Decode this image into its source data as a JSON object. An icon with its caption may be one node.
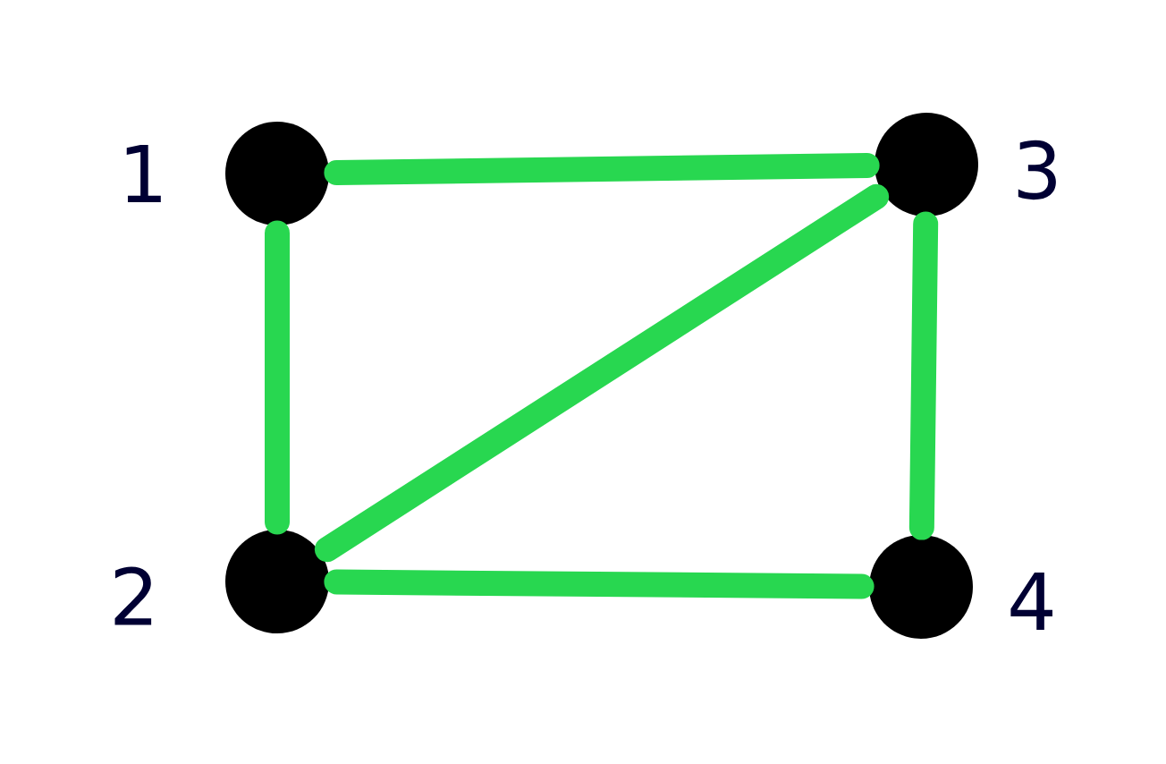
{
  "diagram": {
    "nodes": [
      {
        "text": [],
        "shape": "circle",
        "beside": [
          "1"
        ]
      },
      {
        "text": [],
        "shape": "circle",
        "beside": [
          "2"
        ]
      },
      {
        "text": [],
        "shape": "circle",
        "beside": [
          "3"
        ]
      },
      {
        "text": [],
        "shape": "circle",
        "beside": [
          "4"
        ]
      }
    ],
    "edges": [
      {
        "from": 0,
        "to": 2,
        "arrow": "none"
      },
      {
        "from": 0,
        "to": 1,
        "arrow": "none"
      },
      {
        "from": 1,
        "to": 2,
        "arrow": "none"
      },
      {
        "from": 2,
        "to": 3,
        "arrow": "none"
      },
      {
        "from": 1,
        "to": 3,
        "arrow": "none"
      }
    ]
  }
}
